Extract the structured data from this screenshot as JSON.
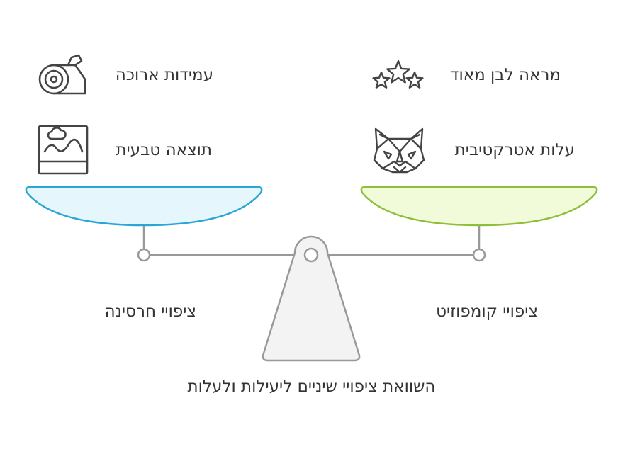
{
  "left_side": {
    "title": "ציפויי חרסינה",
    "pros": [
      {
        "label": "עמידות ארוכה",
        "icon": "log-icon"
      },
      {
        "label": "תוצאה טבעית",
        "icon": "landscape-picture-icon"
      }
    ],
    "pan_fill": "#e6f6fd",
    "pan_stroke": "#2aa6d6"
  },
  "right_side": {
    "title": "ציפויי קומפוזיט",
    "pros": [
      {
        "label": "מראה לבן מאוד",
        "icon": "stars-icon"
      },
      {
        "label": "עלות אטרקטיבית",
        "icon": "fox-icon"
      }
    ],
    "pan_fill": "#f2fbd9",
    "pan_stroke": "#8fbf3a"
  },
  "caption": "השוואת ציפויי שיניים ליעילות ולעלות",
  "colors": {
    "text": "#333333",
    "beam": "#999999",
    "fulcrum_fill": "#f3f3f3",
    "icon": "#444444"
  }
}
